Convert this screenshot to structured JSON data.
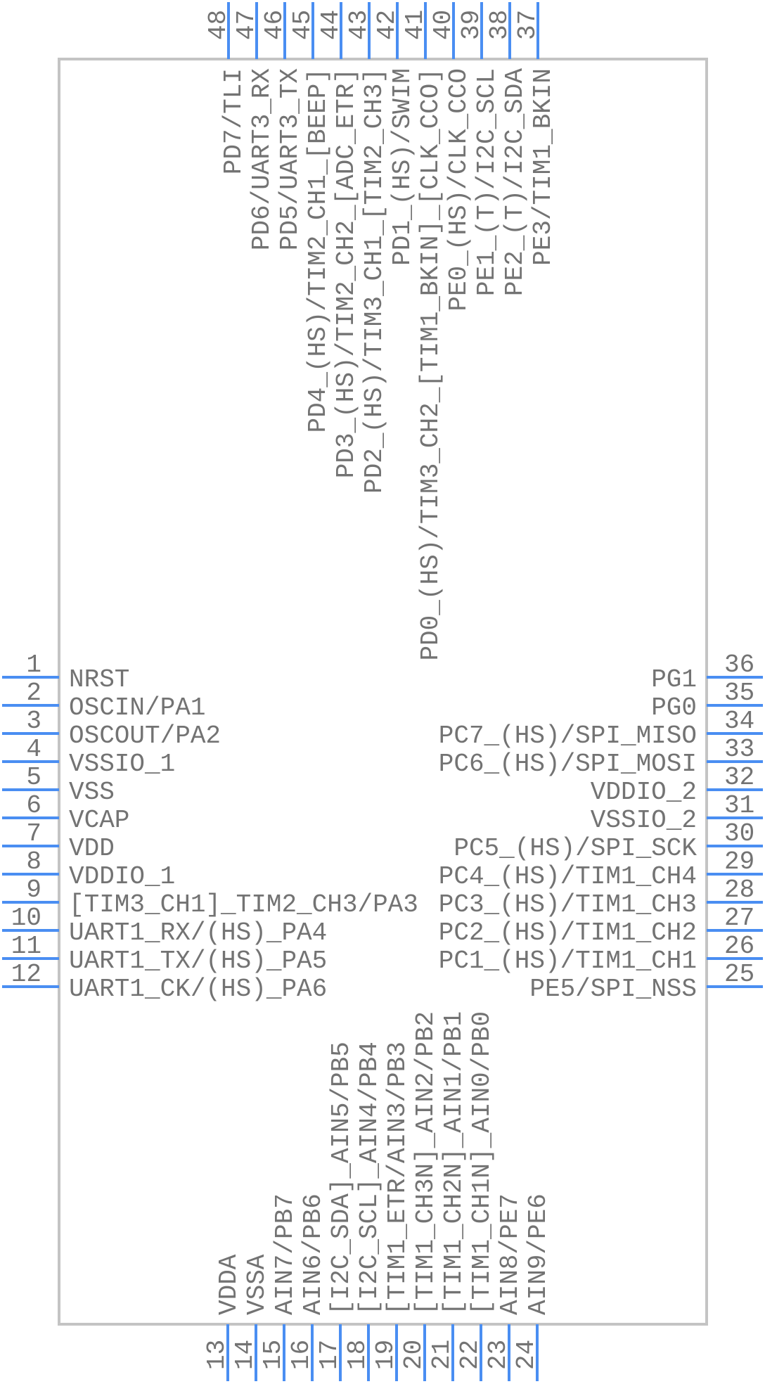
{
  "colors": {
    "pin": "#4a8ef2",
    "body": "#c4c4c4",
    "text": "#737373"
  },
  "pins": {
    "left": [
      {
        "num": "1",
        "label": "NRST"
      },
      {
        "num": "2",
        "label": "OSCIN/PA1"
      },
      {
        "num": "3",
        "label": "OSCOUT/PA2"
      },
      {
        "num": "4",
        "label": "VSSIO_1"
      },
      {
        "num": "5",
        "label": "VSS"
      },
      {
        "num": "6",
        "label": "VCAP"
      },
      {
        "num": "7",
        "label": "VDD"
      },
      {
        "num": "8",
        "label": "VDDIO_1"
      },
      {
        "num": "9",
        "label": "[TIM3_CH1]_TIM2_CH3/PA3"
      },
      {
        "num": "10",
        "label": "UART1_RX/(HS)_PA4"
      },
      {
        "num": "11",
        "label": "UART1_TX/(HS)_PA5"
      },
      {
        "num": "12",
        "label": "UART1_CK/(HS)_PA6"
      }
    ],
    "bottom": [
      {
        "num": "13",
        "label": "VDDA"
      },
      {
        "num": "14",
        "label": "VSSA"
      },
      {
        "num": "15",
        "label": "AIN7/PB7"
      },
      {
        "num": "16",
        "label": "AIN6/PB6"
      },
      {
        "num": "17",
        "label": "[I2C_SDA]_AIN5/PB5"
      },
      {
        "num": "18",
        "label": "[I2C_SCL]_AIN4/PB4"
      },
      {
        "num": "19",
        "label": "[TIM1_ETR/AIN3/PB3"
      },
      {
        "num": "20",
        "label": "[TIM1_CH3N]_AIN2/PB2"
      },
      {
        "num": "21",
        "label": "[TIM1_CH2N]_AIN1/PB1"
      },
      {
        "num": "22",
        "label": "[TIM1_CH1N]_AIN0/PB0"
      },
      {
        "num": "23",
        "label": "AIN8/PE7"
      },
      {
        "num": "24",
        "label": "AIN9/PE6"
      }
    ],
    "right": [
      {
        "num": "36",
        "label": "PG1"
      },
      {
        "num": "35",
        "label": "PG0"
      },
      {
        "num": "34",
        "label": "PC7_(HS)/SPI_MISO"
      },
      {
        "num": "33",
        "label": "PC6_(HS)/SPI_MOSI"
      },
      {
        "num": "32",
        "label": "VDDIO_2"
      },
      {
        "num": "31",
        "label": "VSSIO_2"
      },
      {
        "num": "30",
        "label": "PC5_(HS)/SPI_SCK"
      },
      {
        "num": "29",
        "label": "PC4_(HS)/TIM1_CH4"
      },
      {
        "num": "28",
        "label": "PC3_(HS)/TIM1_CH3"
      },
      {
        "num": "27",
        "label": "PC2_(HS)/TIM1_CH2"
      },
      {
        "num": "26",
        "label": "PC1_(HS)/TIM1_CH1"
      },
      {
        "num": "25",
        "label": "PE5/SPI_NSS"
      }
    ],
    "top": [
      {
        "num": "48",
        "label": "PD7/TLI"
      },
      {
        "num": "47",
        "label": "PD6/UART3_RX"
      },
      {
        "num": "46",
        "label": "PD5/UART3_TX"
      },
      {
        "num": "45",
        "label": "PD4_(HS)/TIM2_CH1_[BEEP]"
      },
      {
        "num": "44",
        "label": "PD3_(HS)/TIM2_CH2_[ADC_ETR]"
      },
      {
        "num": "43",
        "label": "PD2_(HS)/TIM3_CH1_[TIM2_CH3]"
      },
      {
        "num": "42",
        "label": "PD1_(HS)/SWIM"
      },
      {
        "num": "41",
        "label": "PD0_(HS)/TIM3_CH2_[TIM1_BKIN]_[CLK_CCO]"
      },
      {
        "num": "40",
        "label": "PE0_(HS)/CLK_CCO"
      },
      {
        "num": "39",
        "label": "PE1_(T)/I2C_SCL"
      },
      {
        "num": "38",
        "label": "PE2_(T)/I2C_SDA"
      },
      {
        "num": "37",
        "label": "PE3/TIM1_BKIN"
      }
    ]
  }
}
